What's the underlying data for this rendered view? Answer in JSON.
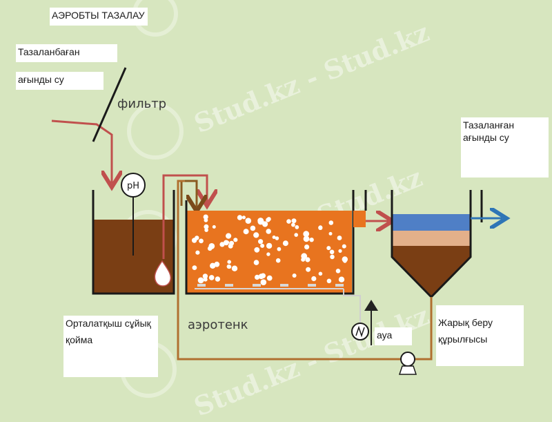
{
  "title": "АЭРОБТЫ ТАЗАЛАУ",
  "labels": {
    "untreated_line1": "Тазаланбаған",
    "untreated_line2": "ағынды су",
    "filter": "фильтр",
    "ph": "pH",
    "treated": "Тазаланған ағынды су",
    "equalization_line1": "Орталатқыш сұйық",
    "equalization_line2": "қойма",
    "aerotank": "аэротенк",
    "air": "ауа",
    "clarifier_line1": "Жарық беру",
    "clarifier_line2": "құрылғысы"
  },
  "watermark": "Stud.kz - Stud.kz",
  "colors": {
    "background": "#d7e6bf",
    "untreated_flow": "#c0504d",
    "treated_flow": "#2e75b6",
    "sludge": "#7a3e14",
    "aeration_liquid": "#e8741f",
    "return_line": "#b07030"
  }
}
